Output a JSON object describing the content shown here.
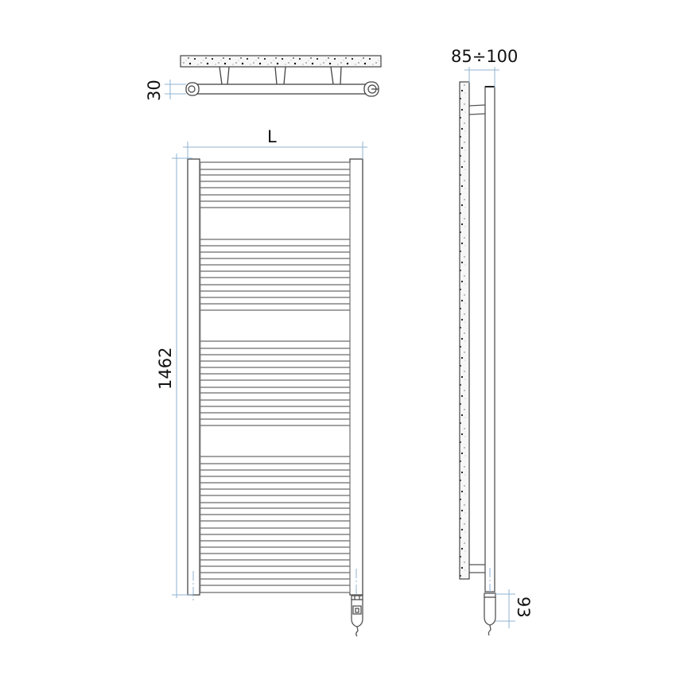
{
  "drawing": {
    "subject": "Electric towel radiator technical drawing",
    "views": [
      "top view",
      "front view",
      "side view"
    ]
  },
  "dimensions": {
    "top_depth": "30",
    "width": "L",
    "height": "1462",
    "wall_distance": "85÷100",
    "heater_height": "93"
  },
  "colors": {
    "outline": "#555555",
    "bar": "#6b6b6b",
    "dimension_line": "#8fb3d1",
    "text": "#111111",
    "wall_fill": "#f4f4f4"
  },
  "front_view": {
    "bar_groups": [
      {
        "count": 4,
        "note": "top group"
      },
      {
        "count": 6,
        "note": "second group"
      },
      {
        "count": 7,
        "note": "third group"
      },
      {
        "count": 12,
        "note": "bottom group"
      }
    ]
  }
}
